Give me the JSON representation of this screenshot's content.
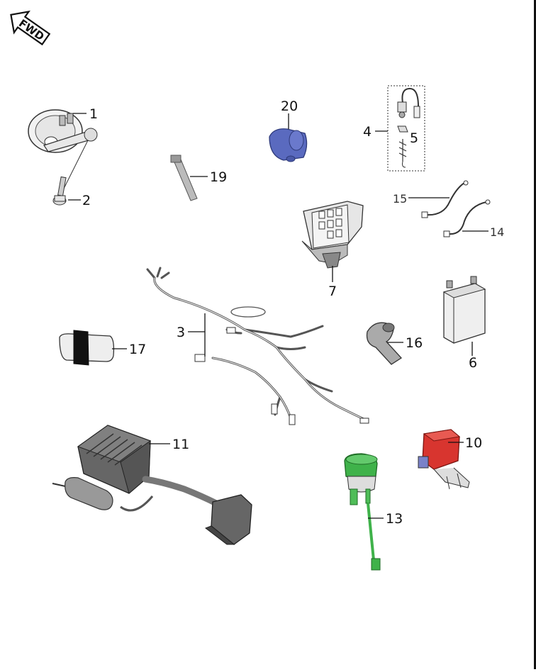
{
  "fwd_badge": {
    "text": "FWD",
    "icon": "fwd-arrow-icon"
  },
  "callouts": [
    {
      "id": "1",
      "part": "horn"
    },
    {
      "id": "2",
      "part": "horn-bolt"
    },
    {
      "id": "3",
      "part": "main-wiring-harness"
    },
    {
      "id": "4",
      "part": "bulb-socket-assembly"
    },
    {
      "id": "5",
      "part": "bulb"
    },
    {
      "id": "6",
      "part": "battery"
    },
    {
      "id": "7",
      "part": "battery-tray"
    },
    {
      "id": "10",
      "part": "relay"
    },
    {
      "id": "11",
      "part": "cdi-rectifier-unit"
    },
    {
      "id": "13",
      "part": "sensor-switch"
    },
    {
      "id": "14",
      "part": "battery-cable"
    },
    {
      "id": "15",
      "part": "battery-cable"
    },
    {
      "id": "16",
      "part": "spark-plug-cap"
    },
    {
      "id": "17",
      "part": "connector-block"
    },
    {
      "id": "19",
      "part": "cable-strap"
    },
    {
      "id": "20",
      "part": "rubber-cover"
    }
  ],
  "colors": {
    "line": "#111111",
    "relay_red": "#d8352f",
    "cover_blue": "#5a6abf",
    "sensor_green": "#3fb24a",
    "harness_gray": "#888888"
  }
}
